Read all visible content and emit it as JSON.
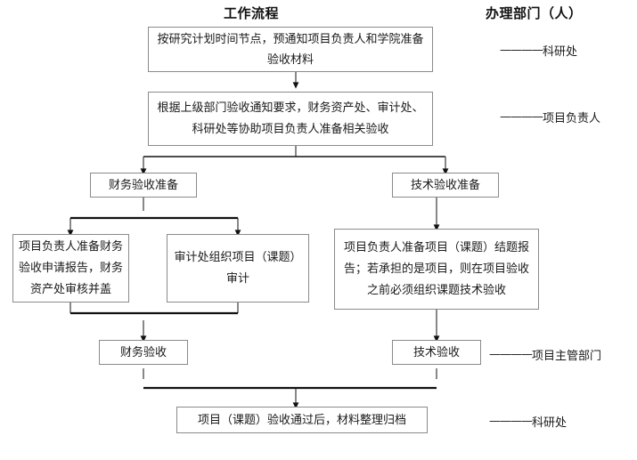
{
  "headers": {
    "left": "工作流程",
    "right": "办理部门（人）"
  },
  "nodes": [
    {
      "id": "notify",
      "label": "按研究计划时间节点，预通知项目负责人和学院准备验收材料"
    },
    {
      "id": "prepare",
      "label": "根据上级部门验收通知要求，财务资产处、审计处、科研处等协助项目负责人准备相关验收"
    },
    {
      "id": "fin-prep",
      "label": "财务验收准备"
    },
    {
      "id": "tech-prep",
      "label": "技术验收准备"
    },
    {
      "id": "fin-report",
      "label": "项目负责人准备财务验收申请报告，财务资产处审核并盖"
    },
    {
      "id": "audit",
      "label": "审计处组织项目（课题）审计"
    },
    {
      "id": "tech-report",
      "label": "项目负责人准备项目（课题）结题报告；若承担的是项目，则在项目验收之前必须组织课题技术验收"
    },
    {
      "id": "fin-accept",
      "label": "财务验收"
    },
    {
      "id": "tech-accept",
      "label": "技术验收"
    },
    {
      "id": "archive",
      "label": "项目（课题）验收通过后，材料整理归档"
    }
  ],
  "annotations": [
    {
      "id": "annot-1",
      "dashes": "————",
      "label": "科研处"
    },
    {
      "id": "annot-2",
      "dashes": "————",
      "label": "项目负责人"
    },
    {
      "id": "annot-3",
      "dashes": "————",
      "label": "项目主管部门"
    },
    {
      "id": "annot-4",
      "dashes": "————",
      "label": "科研处"
    }
  ],
  "style": {
    "box_border": "#8a8a8a",
    "wire_thin": "#555555",
    "wire_thick": "#111111",
    "text": "#1a1a1a"
  }
}
